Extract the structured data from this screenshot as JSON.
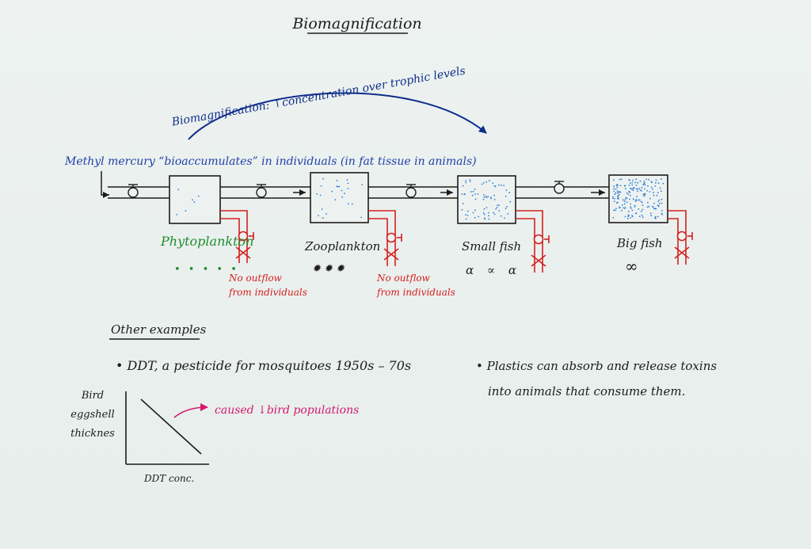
{
  "title": "Biomagnification",
  "arc_label": "Biomagnification: ↑concentration over trophic levels",
  "intro_label": "Methyl mercury “bioaccumulates” in individuals (in fat tissue in animals)",
  "levels": [
    {
      "name": "Phytoplankton",
      "organisms": "• • • • •"
    },
    {
      "name": "Zooplankton",
      "organisms": "✹ ✹ ✹"
    },
    {
      "name": "Small fish",
      "organisms": "α ∝ α"
    },
    {
      "name": "Big fish",
      "organisms": "∞"
    }
  ],
  "no_outflow": [
    "No outflow",
    "from individuals"
  ],
  "other_examples": {
    "heading": "Other examples",
    "ddt_bullet": "• DDT, a pesticide for mosquitoes 1950s – 70s",
    "plastics_line1": "• Plastics can absorb and release toxins",
    "plastics_line2": "into animals that consume them.",
    "graph_ylabel": [
      "Bird",
      "eggshell",
      "thicknes"
    ],
    "graph_xlabel": "DDT conc.",
    "graph_annotation": "caused ↓bird populations"
  },
  "colors": {
    "ink_black": "#1c1c1c",
    "ink_blue": "#1f3fa6",
    "ink_navy": "#0e2d8a",
    "ink_green": "#1f8c2e",
    "ink_red": "#d4201f",
    "ink_magenta": "#d5176d",
    "dots_blue": "#2f7fd6"
  }
}
